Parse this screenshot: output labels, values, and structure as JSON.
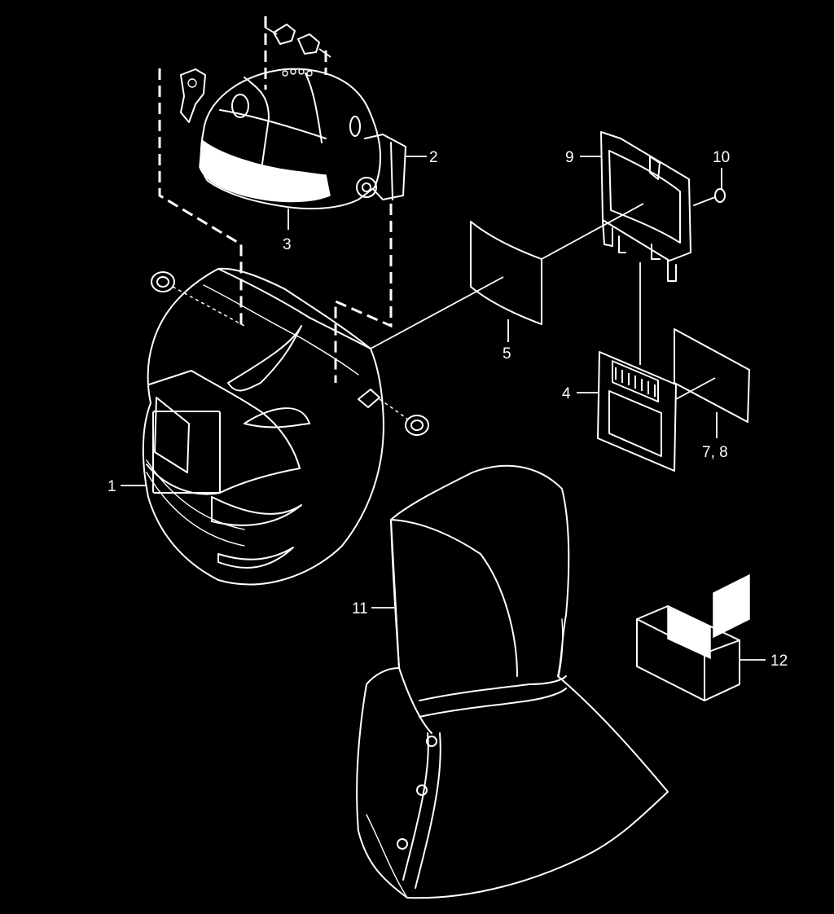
{
  "labels": {
    "l1": "1",
    "l2": "2",
    "l3": "3",
    "l4": "4",
    "l5": "5",
    "l78": "7, 8",
    "l9": "9",
    "l10": "10",
    "l11": "11",
    "l12": "12"
  },
  "colors": {
    "background": "#000000",
    "line": "#ffffff"
  }
}
